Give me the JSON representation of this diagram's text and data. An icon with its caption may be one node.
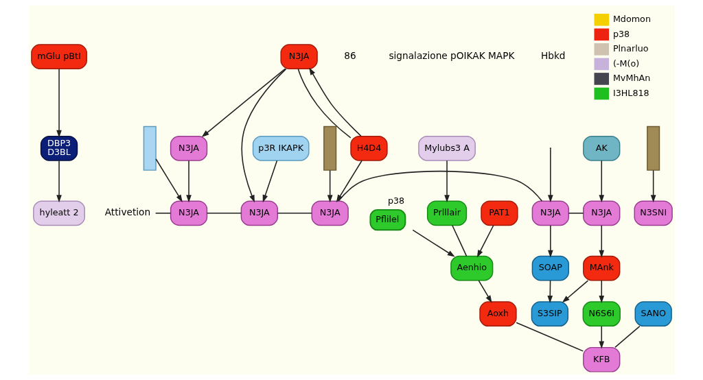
{
  "diagram": {
    "nodes": [
      {
        "text": [
          "mGlu pBtI"
        ]
      },
      {
        "text": [
          "DBP3",
          "D3BL"
        ]
      },
      {
        "text": [
          "p3R IKAPK"
        ]
      },
      {
        "text": [
          "AK"
        ]
      },
      {
        "text": [
          "hyleatt 2"
        ]
      },
      {
        "text": [
          "N3SNI"
        ]
      },
      {
        "text": [
          "N3JA"
        ]
      },
      {
        "text": [
          "N3JA"
        ]
      },
      {
        "text": [
          "N3JA"
        ]
      },
      {
        "text": [
          "N3JA"
        ]
      },
      {
        "text": [
          "N3JA"
        ]
      },
      {
        "text": [
          "N3JA"
        ]
      },
      {
        "text": [
          "N3JA"
        ]
      },
      {
        "text": [
          "H4D4"
        ]
      },
      {
        "text": [
          "SOAP"
        ]
      },
      {
        "text": [
          "S3SIP"
        ]
      },
      {
        "text": [
          "MAnk"
        ]
      },
      {
        "text": [
          "SANO"
        ]
      },
      {
        "text": [
          "N6S6I"
        ]
      },
      {
        "text": [
          "KFB"
        ]
      },
      {
        "text": [
          "Mylubs3 A"
        ]
      },
      {
        "text": [
          "PAT1"
        ]
      },
      {
        "text": [
          "Pflilel"
        ],
        "beside": [
          "p38"
        ]
      },
      {
        "text": [
          "Prlllair"
        ]
      },
      {
        "text": [
          "Aenhio"
        ]
      },
      {
        "text": [
          "Aoxh"
        ]
      },
      {
        "text": [],
        "shape": "bar"
      },
      {
        "text": [],
        "shape": "bar"
      },
      {
        "text": [],
        "shape": "bar"
      },
      {
        "text": [
          "Attivetion"
        ]
      }
    ],
    "edges": [
      {
        "from": 0,
        "to": 1,
        "arrow": "to"
      },
      {
        "from": 1,
        "to": 4,
        "arrow": "to"
      },
      {
        "from": 3,
        "to": 10,
        "arrow": "to"
      },
      {
        "from": 2,
        "to": 7,
        "arrow": "to"
      },
      {
        "from": 26,
        "to": 6,
        "arrow": "to"
      },
      {
        "from": 27,
        "to": 8,
        "arrow": "to"
      },
      {
        "from": 28,
        "to": 5,
        "arrow": "to"
      },
      {
        "from": null,
        "to": 9,
        "arrow": "to"
      },
      {
        "from": 29,
        "to": 6,
        "arrow": "none"
      },
      {
        "from": 6,
        "to": 7,
        "arrow": "none"
      },
      {
        "from": 7,
        "to": 8,
        "arrow": "none"
      },
      {
        "from": 8,
        "to": 9,
        "arrow": "none"
      },
      {
        "from": 9,
        "to": 10,
        "arrow": "none"
      },
      {
        "from": 11,
        "to": 6,
        "arrow": "to"
      },
      {
        "from": 12,
        "to": 7,
        "arrow": "to"
      },
      {
        "from": 13,
        "to": 8,
        "arrow": "to"
      },
      {
        "from": 12,
        "to": 11,
        "arrow": "to"
      },
      {
        "from": 13,
        "to": 12,
        "arrow": "to"
      },
      {
        "from": 12,
        "to": 13,
        "arrow": "none"
      },
      {
        "from": 9,
        "to": 14,
        "arrow": "to"
      },
      {
        "from": 14,
        "to": 15,
        "arrow": "to"
      },
      {
        "from": 10,
        "to": 16,
        "arrow": "to"
      },
      {
        "from": 16,
        "to": 15,
        "arrow": "to"
      },
      {
        "from": 16,
        "to": 18,
        "arrow": "to"
      },
      {
        "from": 18,
        "to": 19,
        "arrow": "to"
      },
      {
        "from": 17,
        "to": 19,
        "arrow": "none"
      },
      {
        "from": 25,
        "to": 19,
        "arrow": "none"
      },
      {
        "from": 20,
        "to": 23,
        "arrow": "to"
      },
      {
        "from": 21,
        "to": 24,
        "arrow": "to"
      },
      {
        "from": 22,
        "to": 24,
        "arrow": "to"
      },
      {
        "from": 23,
        "to": 24,
        "arrow": "none"
      },
      {
        "from": 24,
        "to": 25,
        "arrow": "to"
      }
    ],
    "labels": [
      "86",
      "signalazione pOIKAK MAPK",
      "Hbkd"
    ],
    "legend": [
      {
        "text": "Mdomon",
        "color": "#f5d000"
      },
      {
        "text": "p38",
        "color": "#ee2211"
      },
      {
        "text": "Plnarluo",
        "color": "#cfc2b0"
      },
      {
        "text": "(-M(o)",
        "color": "#c7b2dc"
      },
      {
        "text": "MvMhAn",
        "color": "#45454f"
      },
      {
        "text": "I3HL818",
        "color": "#1fbf1f"
      }
    ]
  }
}
